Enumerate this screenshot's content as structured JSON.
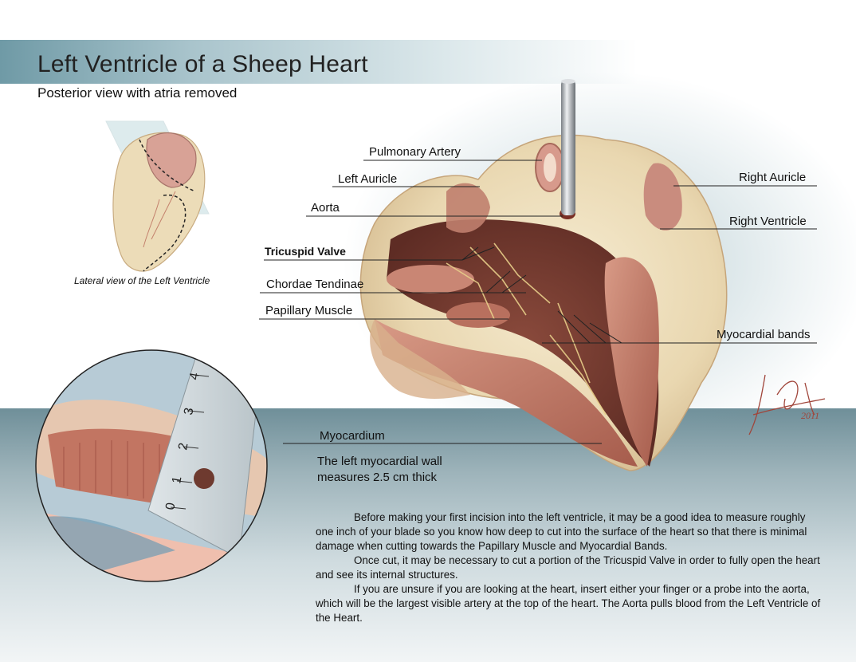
{
  "title": "Left Ventricle of a Sheep Heart",
  "subtitle": "Posterior view with atria removed",
  "inset": {
    "caption": "Lateral view of the Left Ventricle"
  },
  "labels": {
    "pulmonary_artery": "Pulmonary Artery",
    "left_auricle": "Left Auricle",
    "aorta": "Aorta",
    "tricuspid_valve": "Tricuspid Valve",
    "chordae_tendinae": "Chordae Tendinae",
    "papillary_muscle": "Papillary Muscle",
    "right_auricle": "Right Auricle",
    "right_ventricle": "Right Ventricle",
    "myocardial_bands": "Myocardial bands",
    "myocardium": "Myocardium"
  },
  "myocardium_note": {
    "line1": "The left myocardial wall",
    "line2": "measures 2.5 cm thick"
  },
  "ruler_marks": [
    "0",
    "1",
    "2",
    "3",
    "4"
  ],
  "signature": "2011",
  "paragraphs": [
    "Before making your first incision into the left ventricle, it may be a good idea to measure roughly one inch of your blade so you know how deep to cut into the surface of the heart so that there is minimal damage when cutting towards the Papillary Muscle and Myocardial Bands.",
    "Once cut, it may be necessary to cut a portion of the Tricuspid Valve in order to fully open the heart and see its internal structures.",
    "If you are unsure if you are looking at the heart, insert either your finger or a probe into the aorta, which will be the largest visible artery at the top of the heart.  The Aorta pulls blood from the Left Ventricle of the Heart."
  ]
}
